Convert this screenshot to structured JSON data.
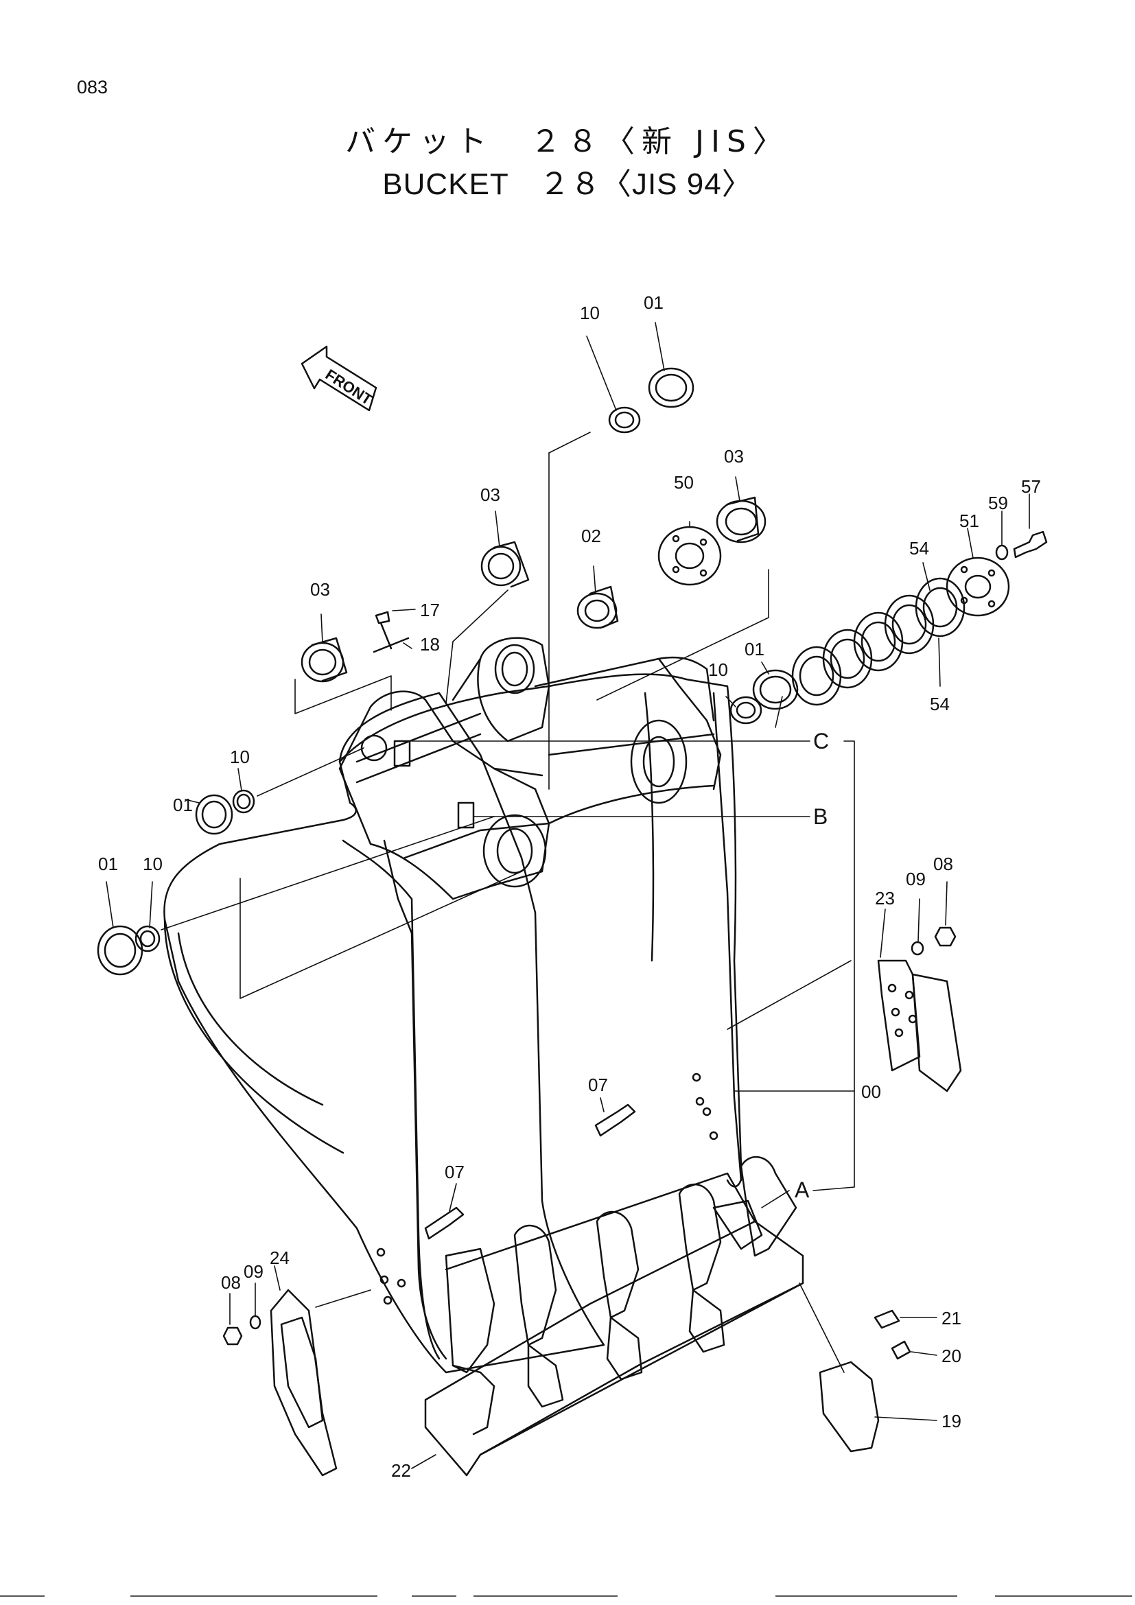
{
  "page_number": "083",
  "title_jp": "バケット　２８〈新 JIS〉",
  "title_en": "BUCKET　２８〈JIS 94〉",
  "front_arrow_label": "FRONT",
  "callouts": {
    "c10_top": "10",
    "c01_top": "01",
    "c03_mid": "03",
    "c50": "50",
    "c03_right": "03",
    "c59": "59",
    "c57": "57",
    "c51": "51",
    "c54_top": "54",
    "c54_bot": "54",
    "c02": "02",
    "c03_left": "03",
    "c17": "17",
    "c18": "18",
    "c10_right": "10",
    "c01_right": "01",
    "c01_a": "01",
    "c10_a": "10",
    "c01_b": "01",
    "c10_b": "10",
    "cC": "C",
    "cB": "B",
    "cA": "A",
    "c00": "00",
    "c23": "23",
    "c09_r": "09",
    "c08_r": "08",
    "c07_a": "07",
    "c07_b": "07",
    "c24": "24",
    "c09_l": "09",
    "c08_l": "08",
    "c21": "21",
    "c20": "20",
    "c19": "19",
    "c22": "22"
  }
}
